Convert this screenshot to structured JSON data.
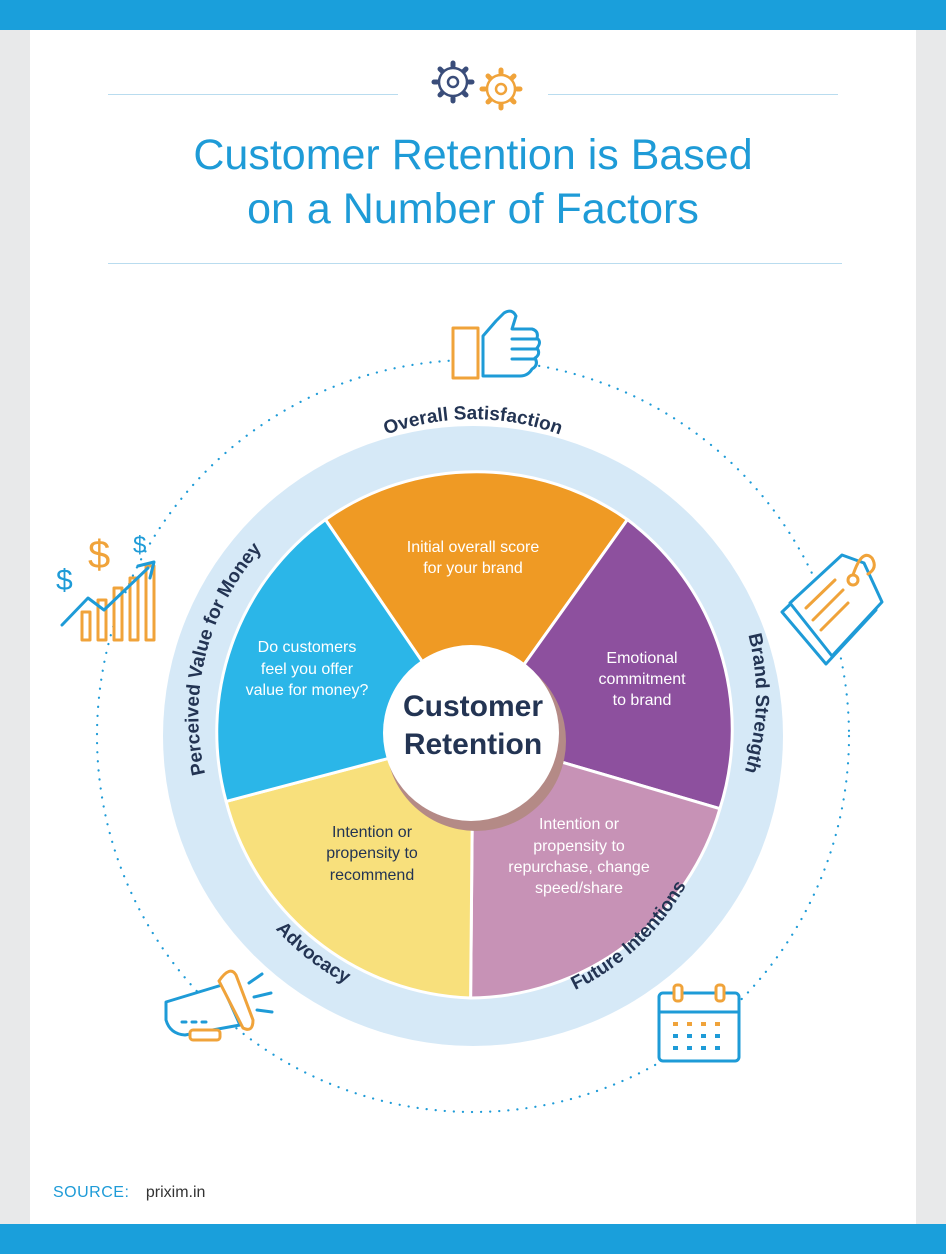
{
  "title": {
    "line1": "Customer Retention is Based",
    "line2": "on a Number of Factors"
  },
  "center": {
    "line1": "Customer",
    "line2": "Retention"
  },
  "factors": {
    "overall_satisfaction": {
      "label": "Overall Satisfaction",
      "text": [
        "Initial overall score",
        "for your brand"
      ],
      "color": "#ef9a24",
      "icon": "thumbs-up-icon"
    },
    "brand_strength": {
      "label": "Brand Strength",
      "text": [
        "Emotional",
        "commitment",
        "to brand"
      ],
      "color": "#8d509e",
      "icon": "price-tag-icon"
    },
    "future_intentions": {
      "label": "Future Intentions",
      "text": [
        "Intention or",
        "propensity to",
        "repurchase, change",
        "speed/share"
      ],
      "color": "#c792b6",
      "icon": "calendar-icon"
    },
    "advocacy": {
      "label": "Advocacy",
      "text": [
        "Intention or",
        "propensity to",
        "recommend"
      ],
      "color": "#f8e07c",
      "icon": "megaphone-icon"
    },
    "perceived_value": {
      "label": "Perceived Value for Money",
      "text": [
        "Do customers",
        "feel you offer",
        "value for money?"
      ],
      "color": "#2bb6e8",
      "icon": "money-growth-icon"
    }
  },
  "colors": {
    "accent": "#1a9fdb",
    "ring": "#d6e9f7",
    "navy": "#233453",
    "orange": "#f0a33a"
  },
  "header_icon": "gears-icon",
  "source": {
    "label": "SOURCE:",
    "value": "prixim.in"
  }
}
